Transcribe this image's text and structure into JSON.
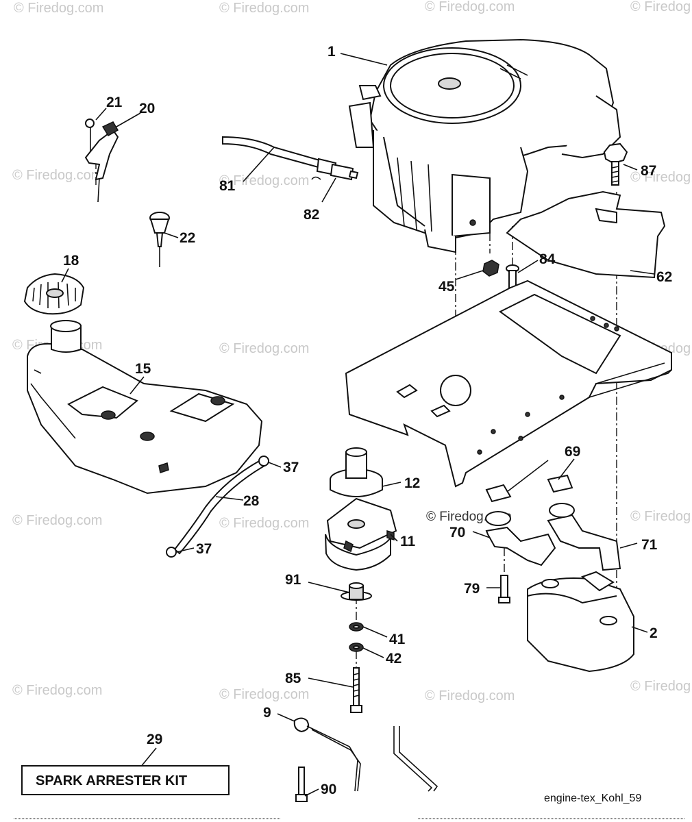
{
  "watermark": "© Firedog.com",
  "labels": {
    "p1": "1",
    "p21": "21",
    "p20": "20",
    "p81": "81",
    "p82": "82",
    "p87": "87",
    "p22": "22",
    "p18": "18",
    "p84": "84",
    "p45": "45",
    "p62": "62",
    "p15": "15",
    "p69": "69",
    "p12": "12",
    "p37a": "37",
    "p28": "28",
    "p11": "11",
    "p70": "70",
    "p71": "71",
    "p37b": "37",
    "p91": "91",
    "p79": "79",
    "p2": "2",
    "p41": "41",
    "p42": "42",
    "p85": "85",
    "p9": "9",
    "p29": "29",
    "p90": "90"
  },
  "kit_label": "SPARK ARRESTER KIT",
  "diagram_code": "engine-tex_Kohl_59"
}
